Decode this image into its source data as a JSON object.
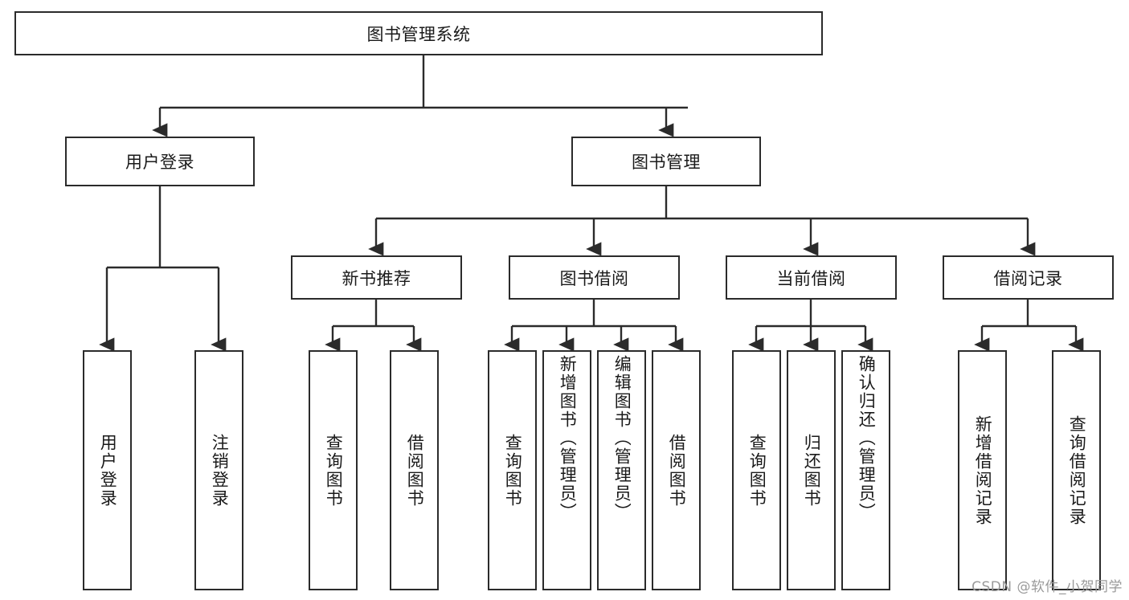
{
  "diagram": {
    "title": "图书管理系统",
    "type": "tree-hierarchy-diagram",
    "colors": {
      "box_border": "#2b2b2b",
      "box_fill": "#ffffff",
      "connector": "#2b2b2b",
      "text": "#1a1a1a",
      "watermark": "#9a9a9a",
      "background": "#ffffff"
    },
    "root": {
      "label": "图书管理系统"
    },
    "level2": [
      {
        "label": "用户登录"
      },
      {
        "label": "图书管理"
      }
    ],
    "level3": [
      {
        "label": "新书推荐"
      },
      {
        "label": "图书借阅"
      },
      {
        "label": "当前借阅"
      },
      {
        "label": "借阅记录"
      }
    ],
    "leaves": {
      "user_login": [
        {
          "label": "用户登录"
        },
        {
          "label": "注销登录"
        }
      ],
      "new_book_recommend": [
        {
          "label": "查询图书"
        },
        {
          "label": "借阅图书"
        }
      ],
      "book_borrow": [
        {
          "label": "查询图书"
        },
        {
          "label": "新增图书（管理员）"
        },
        {
          "label": "编辑图书（管理员）"
        },
        {
          "label": "借阅图书"
        }
      ],
      "current_borrow": [
        {
          "label": "查询图书"
        },
        {
          "label": "归还图书"
        },
        {
          "label": "确认归还（管理员）"
        }
      ],
      "borrow_records": [
        {
          "label": "新增借阅记录"
        },
        {
          "label": "查询借阅记录"
        }
      ]
    },
    "watermark": "CSDN @软件_小贺同学"
  }
}
